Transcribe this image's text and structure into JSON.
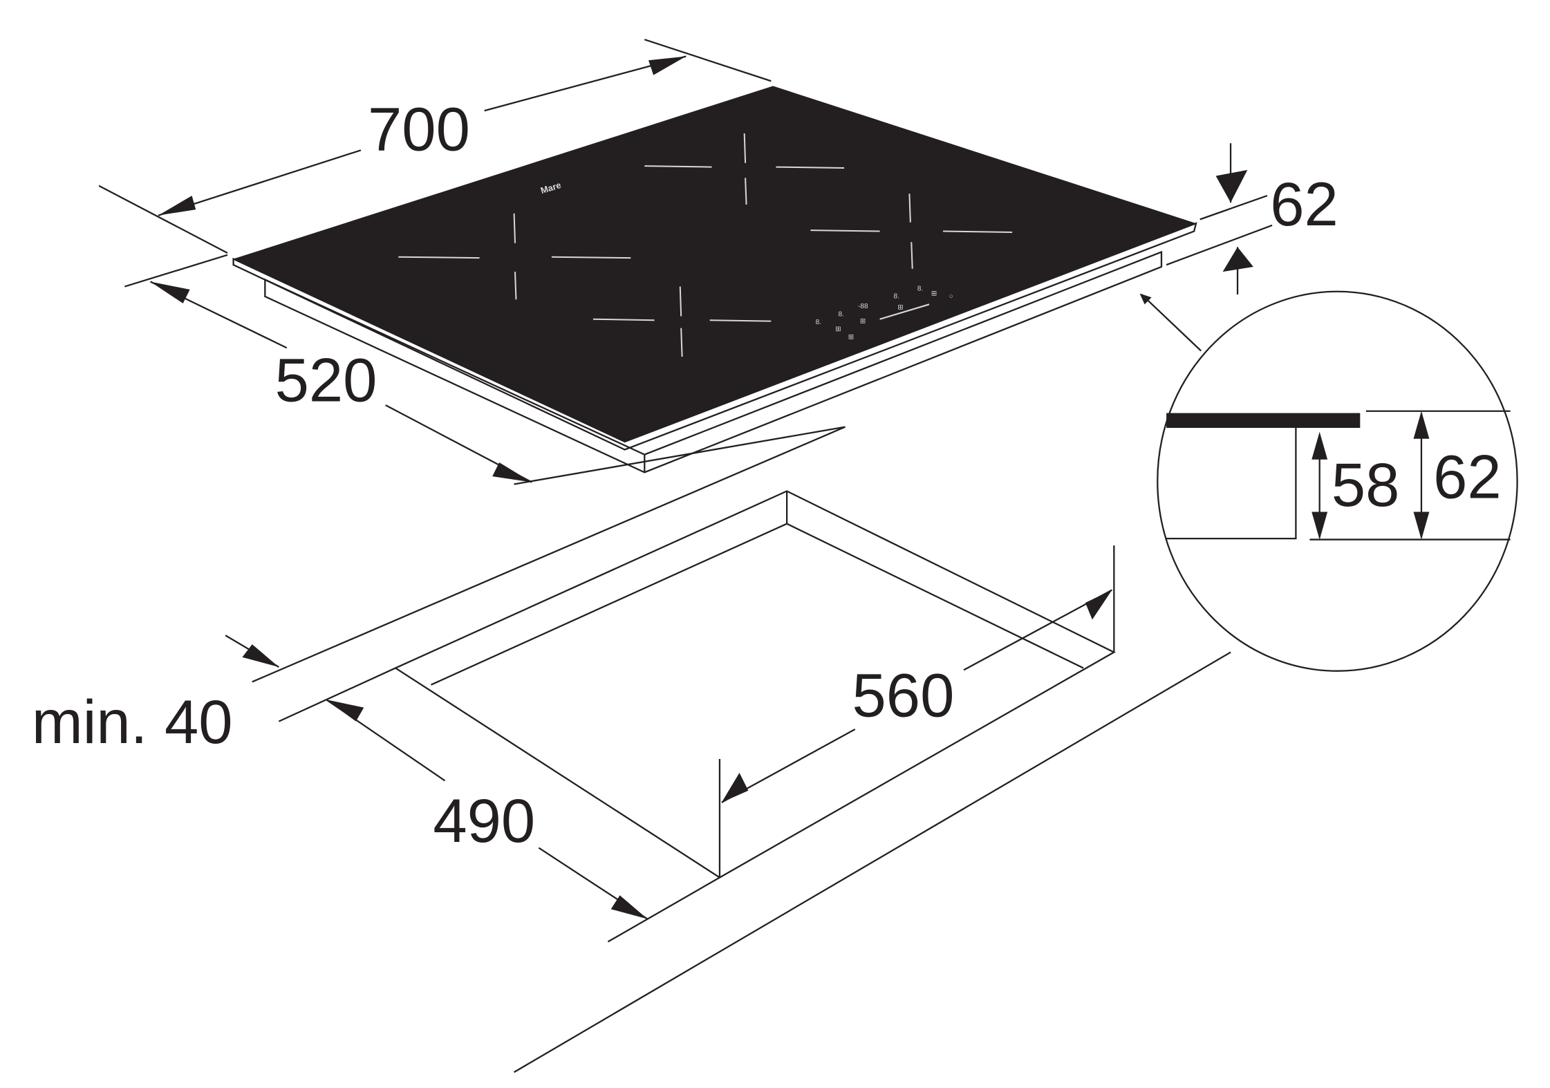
{
  "colors": {
    "ink": "#231f20",
    "glass": "#231f20",
    "paper": "#ffffff",
    "marks": "#d8d8d8"
  },
  "hob": {
    "logo": "Mare"
  },
  "dimensions": {
    "width": "700",
    "depth": "520",
    "height": "62",
    "cutout_width": "560",
    "cutout_depth": "490",
    "min_front": "min. 40",
    "detail_inner": "58",
    "detail_total": "62"
  }
}
